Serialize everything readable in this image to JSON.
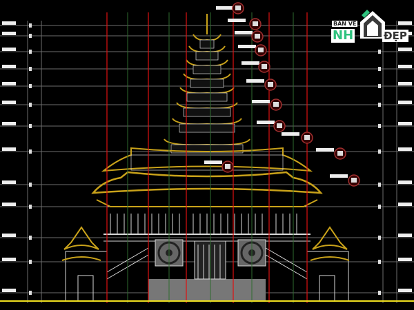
{
  "logo": {
    "line1": "BẢN VẼ",
    "line2": "NH",
    "line3": "ĐẸP"
  },
  "colors": {
    "background": "#000000",
    "grid_line": "#6e6e6e",
    "axis_red": "#e01010",
    "axis_green": "#2f6b2f",
    "roof_gold": "#c9a21a",
    "ground": "#f0e020",
    "wall": "#d8d8d8",
    "callout": "#a03030",
    "logo_green": "#2ec27e"
  }
}
